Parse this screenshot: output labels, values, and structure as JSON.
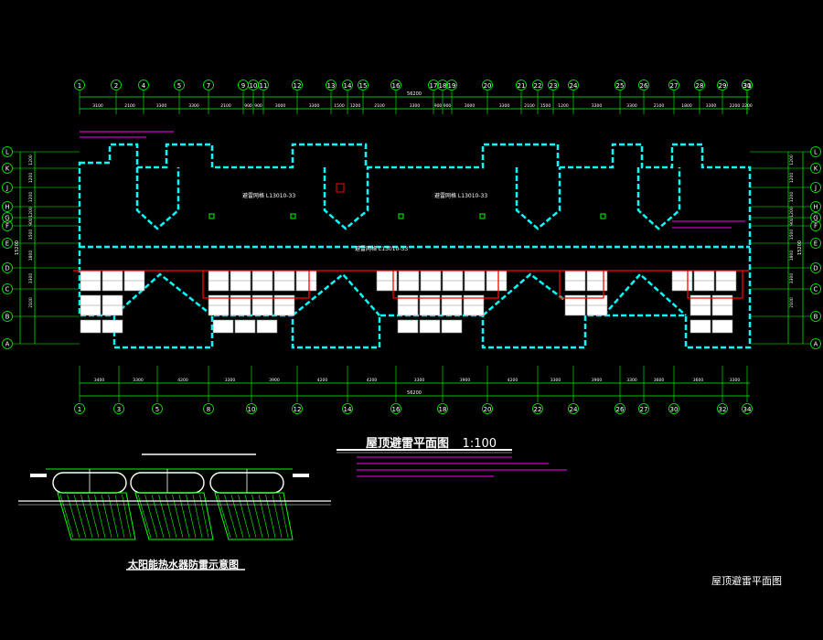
{
  "drawing": {
    "main_title": "屋顶避雷平面图",
    "main_scale": "1:100",
    "detail_title": "太阳能热水器防雷示意图",
    "corner_label": "屋顶避雷平面图",
    "total_dimension_top": "56200",
    "total_dimension_bottom": "56200",
    "total_dimension_left": "15200",
    "total_dimension_right": "15200",
    "zone_labels": [
      "避雷网格 L13010-33",
      "避雷网格 L13010-33",
      "避雷网格 L13010-33"
    ],
    "colors": {
      "background": "#000000",
      "grid": "#00ff00",
      "roof_outline": "#00ffff",
      "lightning_wire": "#00ffff",
      "fixture": "#ffffff",
      "red": "#ff0000",
      "magenta": "#ff00ff"
    }
  },
  "top_axes": [
    "1",
    "2",
    "4",
    "5",
    "7",
    "9",
    "10",
    "11",
    "12",
    "13",
    "14",
    "15",
    "16",
    "17",
    "18",
    "19",
    "20",
    "21",
    "22",
    "23",
    "24",
    "25",
    "26",
    "27",
    "28",
    "29",
    "30",
    "31"
  ],
  "bottom_axes": [
    "1",
    "3",
    "5",
    "8",
    "10",
    "12",
    "14",
    "16",
    "18",
    "20",
    "22",
    "24",
    "26",
    "27",
    "30",
    "32",
    "34"
  ],
  "left_axes": [
    "L",
    "K",
    "J",
    "H",
    "G",
    "F",
    "E",
    "D",
    "C",
    "B",
    "A"
  ],
  "right_axes": [
    "L",
    "K",
    "J",
    "H",
    "G",
    "F",
    "E",
    "D",
    "C",
    "B",
    "A"
  ],
  "top_dims": [
    "3100",
    "2100",
    "3300",
    "3300",
    "2100",
    "900",
    "900",
    "3000",
    "3300",
    "1500",
    "1200",
    "2100",
    "3300",
    "900",
    "900",
    "3000",
    "3300",
    "2100",
    "1500",
    "1200",
    "3300",
    "3300",
    "2100",
    "1800",
    "3300",
    "2200",
    "2200"
  ],
  "bottom_dims": [
    "3400",
    "3300",
    "4200",
    "3300",
    "3900",
    "4200",
    "4200",
    "3300",
    "3900",
    "4200",
    "3300",
    "3900",
    "3300",
    "3600",
    "3600",
    "3300"
  ],
  "left_dims": [
    "1200",
    "1200",
    "1200",
    "1200",
    "900",
    "1500",
    "1800",
    "3300",
    "2100"
  ],
  "right_dims": [
    "1200",
    "1200",
    "1200",
    "1200",
    "900",
    "1500",
    "1800",
    "3300",
    "2100"
  ]
}
